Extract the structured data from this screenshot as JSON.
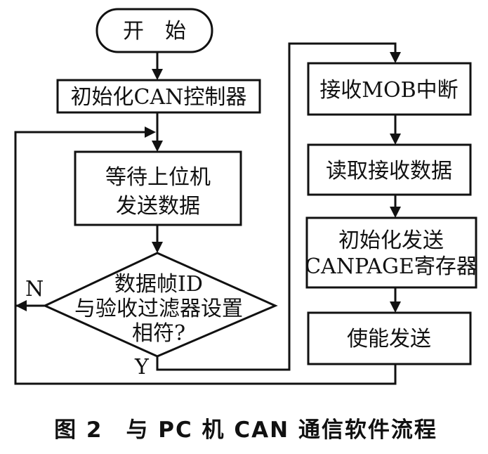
{
  "diagram": {
    "nodes": {
      "start": {
        "lines": [
          "开　始"
        ]
      },
      "init_can": {
        "lines": [
          "初始化CAN控制器"
        ]
      },
      "wait": {
        "lines": [
          "等待上位机",
          "发送数据"
        ]
      },
      "check": {
        "lines": [
          "数据帧ID",
          "与验收过滤器设置",
          "相符?"
        ]
      },
      "recv_int": {
        "lines": [
          "接收MOB中断"
        ]
      },
      "read": {
        "lines": [
          "读取接收数据"
        ]
      },
      "init_send": {
        "lines": [
          "初始化发送",
          "CANPAGE寄存器"
        ]
      },
      "enable": {
        "lines": [
          "使能发送"
        ]
      }
    },
    "edge_labels": {
      "no": "N",
      "yes": "Y"
    }
  },
  "caption": "图 2　与 PC 机 CAN 通信软件流程"
}
